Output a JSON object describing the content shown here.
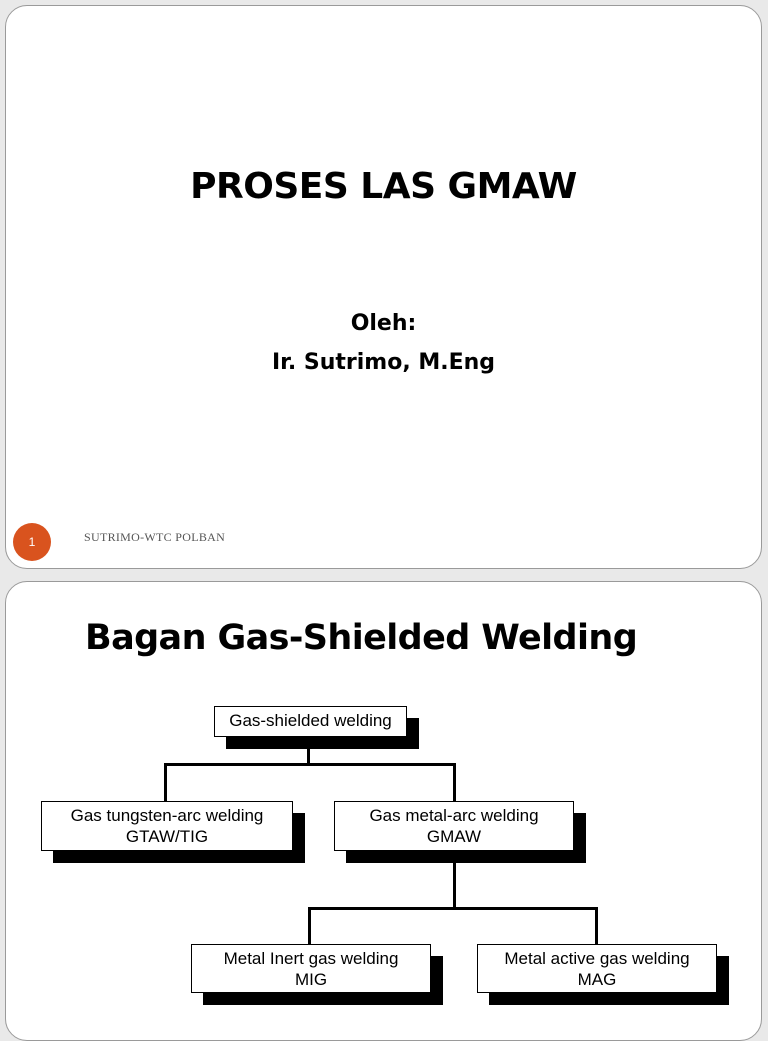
{
  "slide1": {
    "title": "PROSES LAS GMAW",
    "by_label": "Oleh:",
    "author": "Ir. Sutrimo, M.Eng",
    "page_number": "1",
    "footer": "SUTRIMO-WTC POLBAN",
    "badge_color": "#d9531e"
  },
  "slide2": {
    "title": "Bagan Gas-Shielded Welding",
    "diagram": {
      "root": {
        "line1": "Gas-shielded welding"
      },
      "gtaw": {
        "line1": "Gas tungsten-arc welding",
        "line2": "GTAW/TIG"
      },
      "gmaw": {
        "line1": "Gas metal-arc welding",
        "line2": "GMAW"
      },
      "mig": {
        "line1": "Metal Inert gas welding",
        "line2": "MIG"
      },
      "mag": {
        "line1": "Metal active gas welding",
        "line2": "MAG"
      }
    }
  }
}
